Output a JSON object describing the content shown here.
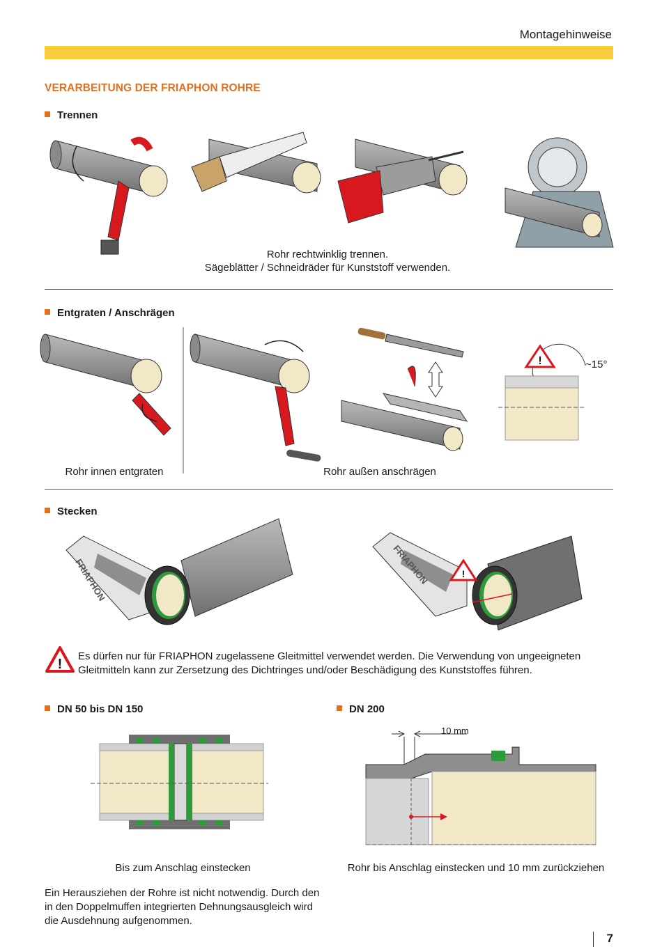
{
  "header": {
    "title": "Montagehinweise"
  },
  "section": {
    "title": "VERARBEITUNG DER FRIAPHON ROHRE"
  },
  "trennen": {
    "heading": "Trennen",
    "caption_line1": "Rohr rechtwinklig trennen.",
    "caption_line2": "Sägeblätter / Schneidräder für Kunststoff verwenden."
  },
  "entgraten": {
    "heading": "Entgraten / Anschrägen",
    "caption_left": "Rohr innen entgraten",
    "caption_right": "Rohr außen anschrägen",
    "angle_label": "~15°"
  },
  "stecken": {
    "heading": "Stecken",
    "tube_label": "FRIAPHON",
    "warning_line1": "Es dürfen nur für FRIAPHON zugelassene Gleitmittel verwendet werden. Die Verwendung von ungeeigneten",
    "warning_line2": "Gleitmitteln kann zur Zersetzung des Dichtringes und/oder Beschädigung des Kunststoffes führen."
  },
  "dn50": {
    "heading": "DN 50 bis DN 150",
    "caption": "Bis zum Anschlag einstecken",
    "note_line1": "Ein Herausziehen der Rohre ist nicht notwendig. Durch den",
    "note_line2": "in den Doppelmuffen integrierten Dehnungsausgleich wird",
    "note_line3": "die Ausdehnung aufgenommen."
  },
  "dn200": {
    "heading": "DN 200",
    "dimension_label": "10 mm",
    "caption": "Rohr bis Anschlag einstecken und 10 mm zurückziehen"
  },
  "footer": {
    "page_number": "7"
  },
  "colors": {
    "accent_orange": "#e2701f",
    "header_yellow": "#f9cc3c",
    "pipe_grey": "#8e8e8e",
    "pipe_inner": "#f2e8c8",
    "tool_red": "#d7191f",
    "seal_green": "#2e9a3c"
  }
}
